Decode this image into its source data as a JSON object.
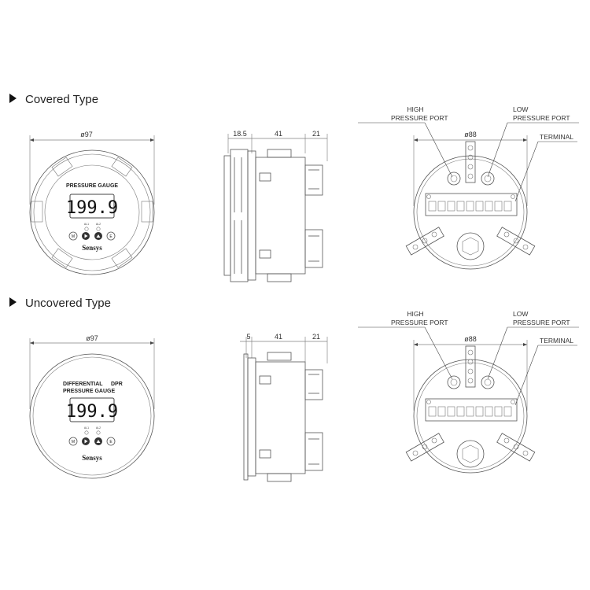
{
  "sections": [
    {
      "heading": "Covered Type",
      "front": {
        "diameter": "ø97",
        "title_line1": "",
        "title_line2": "PRESSURE GAUGE",
        "model": "",
        "display": "199.9",
        "indicator_labels": [
          "AL1",
          "AL2"
        ],
        "buttons": [
          "M",
          "▶",
          "▲",
          "E"
        ],
        "brand": "Sensys"
      },
      "side": {
        "dims": [
          "18.5",
          "41",
          "21"
        ]
      },
      "back": {
        "diameter": "ø88",
        "high_port_label": [
          "HIGH",
          "PRESSURE  PORT"
        ],
        "low_port_label": [
          "LOW",
          "PRESSURE  PORT"
        ],
        "terminal_label": "TERMINAL"
      }
    },
    {
      "heading": "Uncovered Type",
      "front": {
        "diameter": "ø97",
        "title_line1": "DIFFERENTIAL",
        "title_line2": "PRESSURE GAUGE",
        "model": "DPR",
        "display": "199.9",
        "indicator_labels": [
          "AL1",
          "AL2"
        ],
        "buttons": [
          "M",
          "▶",
          "▲",
          "E"
        ],
        "brand": "Sensys"
      },
      "side": {
        "dims": [
          "5",
          "41",
          "21"
        ]
      },
      "back": {
        "diameter": "ø88",
        "high_port_label": [
          "HIGH",
          "PRESSURE  PORT"
        ],
        "low_port_label": [
          "LOW",
          "PRESSURE  PORT"
        ],
        "terminal_label": "TERMINAL"
      }
    }
  ]
}
